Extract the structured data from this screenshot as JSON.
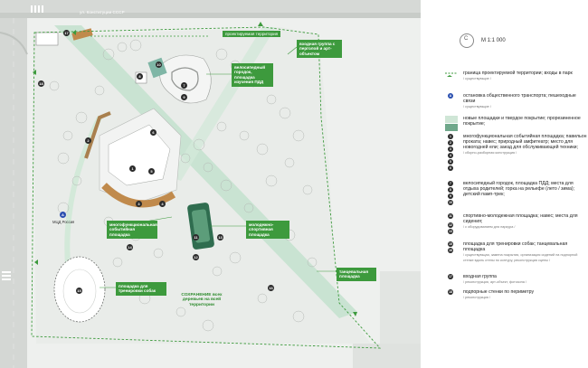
{
  "plan": {
    "street_label": "ул. Конституции СССР",
    "project_boundary_label": "проектируемая территория",
    "labels": {
      "entrance_group": "входная группа с перголой и арт-объектом",
      "bike_town": "велосипедный городок, площадка изучения ПДД",
      "event_area": "многофункциональная событийная площадка",
      "youth_sports": "молодежно-спортивная площадка",
      "dog_area": "площадка для тренировки собак",
      "dance_area": "танцевальная площадка",
      "preserve": "СОХРАНЕНИЕ всех деревьев на всей территории"
    },
    "transit_stop_label": "МЦД Россия",
    "transit_stop_icon": "А",
    "markers": [
      "1",
      "2",
      "3",
      "4",
      "5",
      "6",
      "7",
      "8",
      "9",
      "10",
      "11",
      "12",
      "13",
      "14",
      "15",
      "16",
      "17",
      "18"
    ],
    "colors": {
      "accent": "#3d9a3d",
      "path": "#c9e3d2",
      "field": "#e9ece9"
    }
  },
  "legend": {
    "north_symbol": "С",
    "scale": "М 1:1 000",
    "items": [
      {
        "icon": "boundary-line",
        "text": "граница проектируемой территории; входы в парк",
        "sub": "/ существующие /"
      },
      {
        "icon": "transit-stop",
        "num": "А",
        "text": "остановка общественного транспорта; пешеходные связи",
        "sub": "/ существующие /"
      },
      {
        "icon": "new-surface",
        "text": "новые площадки и твердое покрытие; прорезиненное покрытие;",
        "sub": ""
      },
      {
        "nums": [
          "1",
          "2",
          "3",
          "4",
          "5",
          "6"
        ],
        "text": "многофункциональная событийная площадка; павильон проката; навес; природный амфитеатр; место для новогодней ели; заезд для обслуживающей техники;",
        "sub": "/ сборно-разборная конструкция /"
      },
      {
        "nums": [
          "7",
          "8",
          "9",
          "10"
        ],
        "text": "велосипедный городок, площадка ПДД; места для отдыха родителей; горка на рельефе (лето / зима); детский памп-трек;",
        "sub": ""
      },
      {
        "nums": [
          "11",
          "12",
          "13"
        ],
        "text": "спортивно-молодежная площадка; навес; места для сидения;",
        "sub": "/ с оборудованием для паркура /"
      },
      {
        "nums": [
          "15",
          "16"
        ],
        "text": "площадка для тренировки собак; танцевальная площадка",
        "sub": "/ существующая, замена покрытия, организация сидений на подпорной стенке вдоль стены по контуру, реконструкция сцены /"
      },
      {
        "nums": [
          "17"
        ],
        "text": "входная группа",
        "sub": "/ реконструкция, арт-объект, фотозона /"
      },
      {
        "nums": [
          "18"
        ],
        "text": "подпорные стенки по периметру",
        "sub": "/ реконструкция /"
      }
    ]
  }
}
